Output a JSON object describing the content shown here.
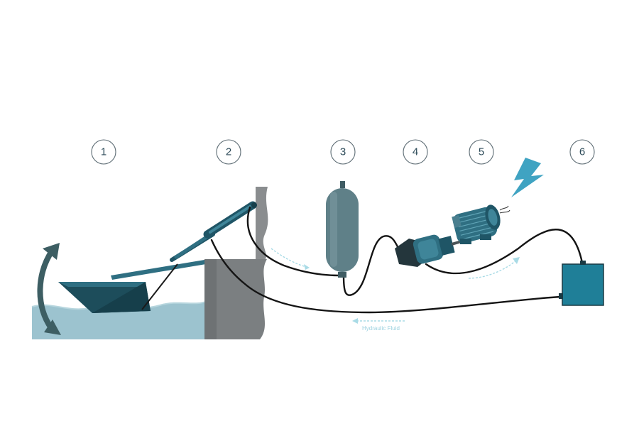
{
  "stages": [
    {
      "number": "1"
    },
    {
      "number": "2"
    },
    {
      "number": "3"
    },
    {
      "number": "4"
    },
    {
      "number": "5"
    },
    {
      "number": "6"
    }
  ],
  "labels": {
    "return_flow": "Hydraulic Fluid"
  },
  "colors": {
    "water": "#9cc3cf",
    "water_dark": "#7fafbd",
    "teal_dark": "#1f5566",
    "teal": "#2f6f82",
    "accumulator": "#5f8088",
    "box": "#1f7f98",
    "concrete": "#8a8d8f",
    "bolt": "#3fa3c2",
    "hose": "#141414",
    "flow": "#a9dbe6"
  },
  "icons": [
    "rotation-arrow-icon",
    "lightning-bolt-icon"
  ]
}
